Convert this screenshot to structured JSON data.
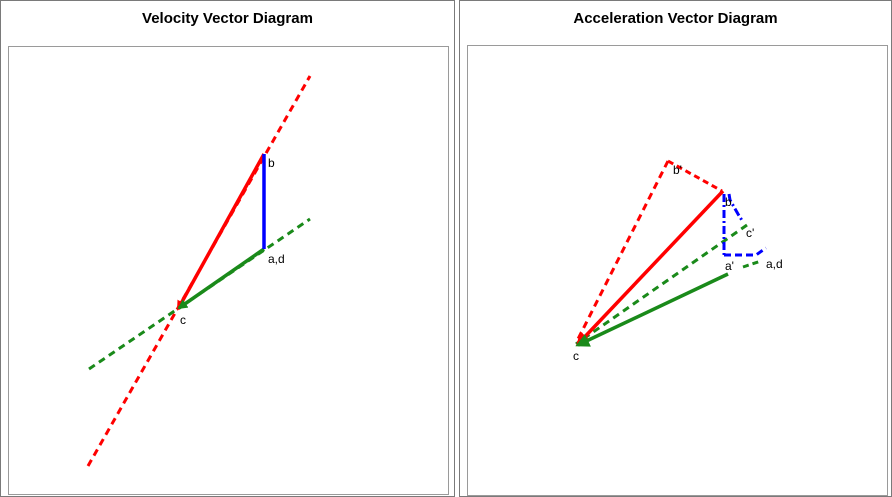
{
  "velocity_diagram": {
    "title": "Velocity Vector Diagram",
    "labels": {
      "b": "b",
      "ad": "a,d",
      "c": "c"
    }
  },
  "acceleration_diagram": {
    "title": "Acceleration Vector Diagram",
    "labels": {
      "b_prime": "b'",
      "b": "b",
      "c_prime": "c'",
      "a_prime": "a'",
      "ad": "a,d",
      "c": "c"
    }
  },
  "colors": {
    "red": "#ff0000",
    "green": "#1a8a1a",
    "blue": "#0000ff"
  }
}
